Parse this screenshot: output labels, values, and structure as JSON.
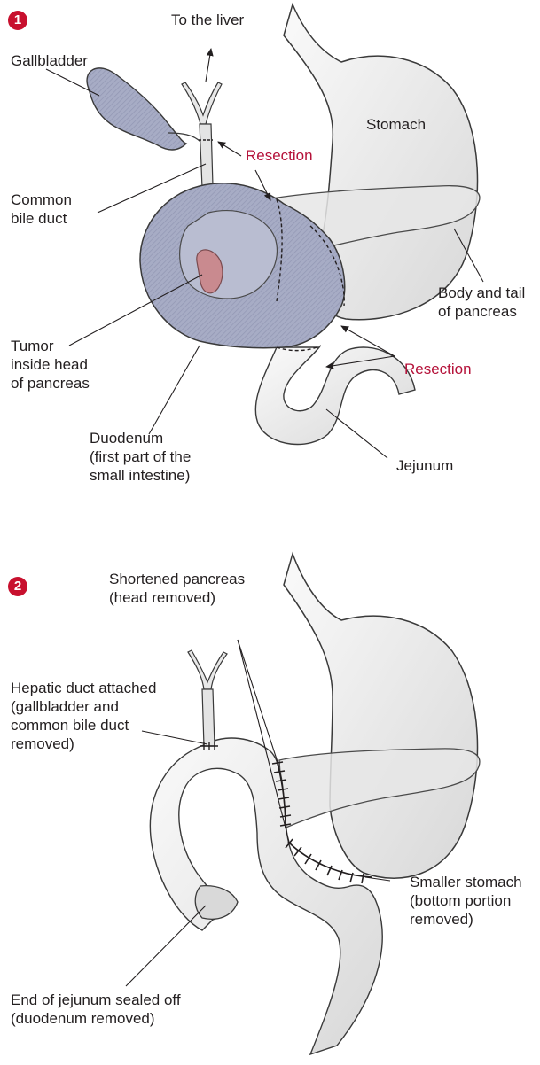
{
  "panel1": {
    "step": "1",
    "labels": {
      "to_liver": "To the liver",
      "gallbladder": "Gallbladder",
      "stomach": "Stomach",
      "resection_top": "Resection",
      "common_bile_duct": [
        "Common",
        "bile duct"
      ],
      "body_tail_pancreas": [
        "Body and tail",
        "of pancreas"
      ],
      "tumor": [
        "Tumor",
        "inside head",
        "of pancreas"
      ],
      "resection_bottom": "Resection",
      "duodenum": [
        "Duodenum",
        "(first part of the",
        "small intestine)"
      ],
      "jejunum": "Jejunum"
    }
  },
  "panel2": {
    "step": "2",
    "labels": {
      "shortened_pancreas": [
        "Shortened pancreas",
        "(head removed)"
      ],
      "hepatic_duct": [
        "Hepatic duct attached",
        "(gallbladder and",
        "common bile duct",
        "removed)"
      ],
      "smaller_stomach": [
        "Smaller stomach",
        "(bottom portion",
        "removed)"
      ],
      "end_jejunum": [
        "End of jejunum sealed off",
        "(duodenum removed)"
      ]
    }
  },
  "colors": {
    "badge": "#c8102e",
    "resection_text": "#b5123a",
    "organ_fill": "#ececec",
    "resected_fill": "#a9aec6",
    "tumor_fill": "#c98a8f",
    "outline": "#3a3a3a"
  }
}
